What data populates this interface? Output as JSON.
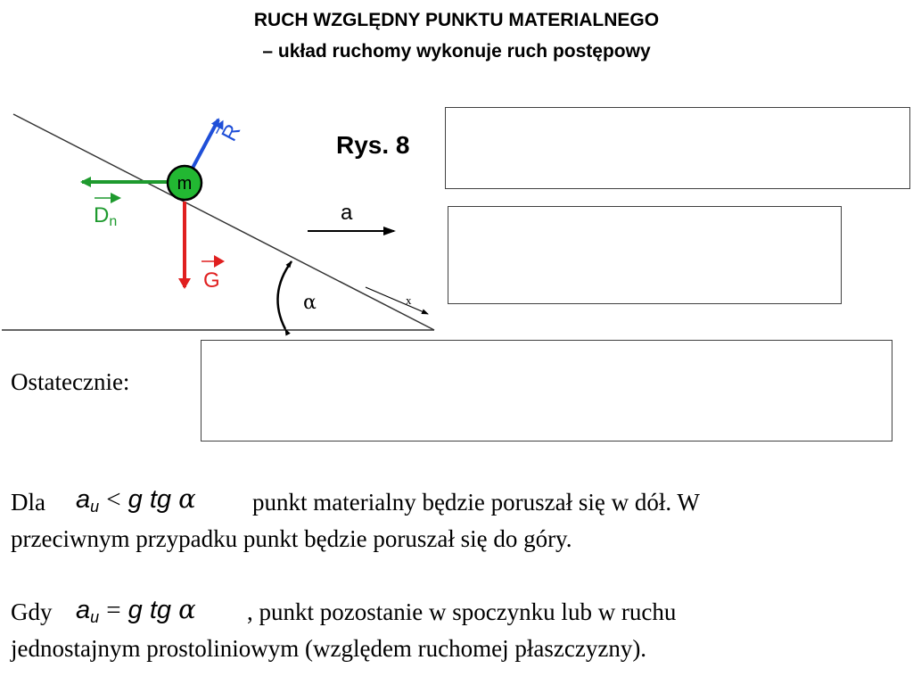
{
  "title": {
    "line1": "RUCH WZGLĘDNY PUNKTU MATERIALNEGO",
    "line2": "– układ ruchomy wykonuje ruch postępowy"
  },
  "figure": {
    "caption": "Rys. 8",
    "mass_label": "m",
    "force_R": "R",
    "force_D": "D",
    "force_D_sub": "n",
    "force_G": "G",
    "accel_label": "a",
    "angle_label": "α",
    "axis_label": "x",
    "colors": {
      "R": "#1f4fd8",
      "D": "#1e9a2e",
      "G": "#e01f1f",
      "mass_fill": "#22b832"
    }
  },
  "text": {
    "finally": "Ostatecznie:",
    "dla": "Dla",
    "line1_rest": "punkt materialny będzie poruszał się w dół. W",
    "line2": "przeciwnym przypadku punkt będzie poruszał się do góry.",
    "gdy": "Gdy",
    "line3_rest": ", punkt pozostanie w spoczynku lub w ruchu",
    "line4": "jednostajnym prostoliniowym (względem ruchomej płaszczyzny)."
  },
  "formula1": {
    "a": "a",
    "sub": "u",
    "op": "<",
    "rhs": "g tg",
    "alpha": "α"
  },
  "formula2": {
    "a": "a",
    "sub": "u",
    "op": "=",
    "rhs": "g tg",
    "alpha": "α"
  }
}
